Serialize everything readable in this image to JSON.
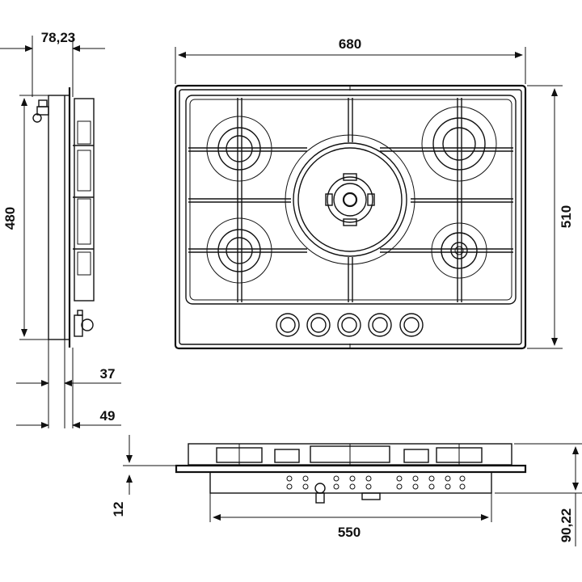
{
  "dimensions": {
    "side_depth": "78,23",
    "top_width": "680",
    "top_depth": "510",
    "side_height": "480",
    "side_dim_37": "37",
    "side_dim_49": "49",
    "front_left_height": "12",
    "front_cutout_width": "550",
    "front_total_height": "90,22"
  },
  "views": {
    "top": {
      "burners": 5,
      "control_knobs": 5
    },
    "side": {},
    "front": {}
  }
}
